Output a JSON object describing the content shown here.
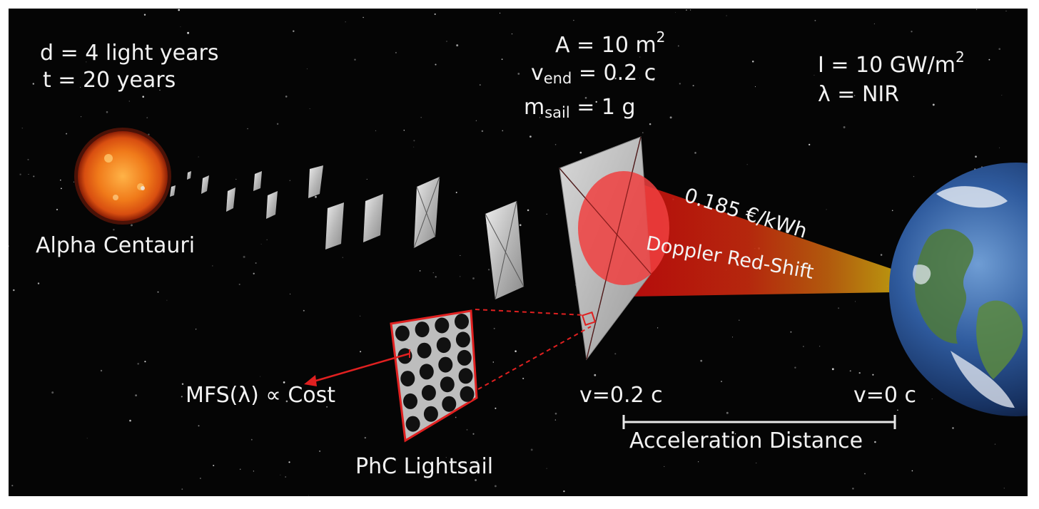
{
  "mission": {
    "distance": "d = 4 light years",
    "time": "t = 20 years"
  },
  "sail_params": {
    "area_prefix": "A = 10 m",
    "area_exp": "2",
    "vend_base": "v",
    "vend_sub": "end",
    "vend_rest": " = 0.2 c",
    "msail_base": "m",
    "msail_sub": "sail",
    "msail_rest": " = 1 g"
  },
  "laser_params": {
    "intensity_prefix": "I = 10 GW/m",
    "intensity_exp": "2",
    "wavelength": "λ = NIR"
  },
  "labels": {
    "star": "Alpha Centauri",
    "cost_relation": "MFS(λ) ∝  Cost",
    "lightsail": "PhC Lightsail",
    "energy_cost": "0.185 €/kWh",
    "redshift": "Doppler Red-Shift",
    "v_start": "v=0.2 c",
    "v_end": "v=0 c",
    "accel_distance": "Acceleration Distance"
  },
  "colors": {
    "background": "#050505",
    "beam_red": "#d01010",
    "beam_yellow": "#c9a010",
    "sail_gray": "#cfcfcf",
    "highlight_red": "#e02020",
    "star_orange": "#f07a1a",
    "text": "#f2f2f2"
  },
  "icons": {
    "star": "sun-icon",
    "planet": "earth-icon",
    "sail": "lightsail-icon"
  }
}
